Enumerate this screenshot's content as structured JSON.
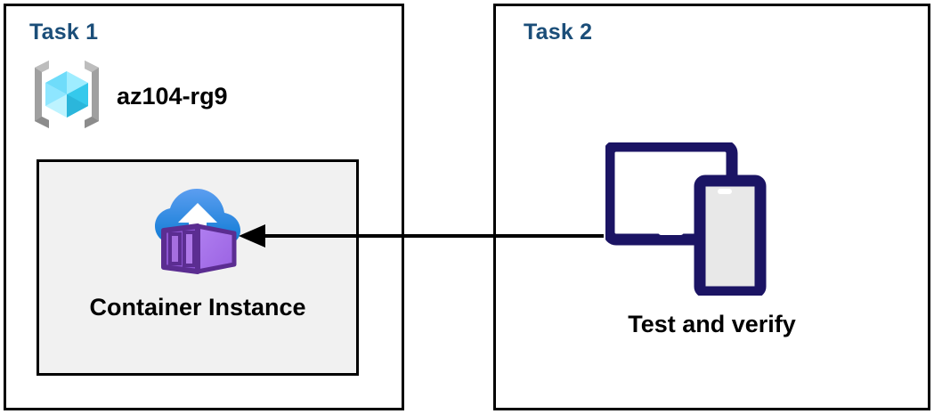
{
  "diagram": {
    "title": "Azure Container Instance task diagram",
    "background": "#FFFFFF",
    "accent_color": "#1B4E79",
    "card_background": "#F1F1F1",
    "border_color": "#000000",
    "device_icon_color": "#1B1464"
  },
  "panels": [
    {
      "id": "task1",
      "title": "Task 1",
      "resource_group": {
        "label": "az104-rg9",
        "icon": "resource-group-icon",
        "icon_colors": {
          "bracket": "#A0A0A0",
          "cube_light": "#9CEBFF",
          "cube_mid": "#32D3F5",
          "cube_dark": "#1FA8CC"
        }
      },
      "card": {
        "label": "Container Instance",
        "icon": "container-instance-icon",
        "icon_colors": {
          "cloud_top": "#5197EB",
          "cloud_bottom": "#0F7DD6",
          "arrow": "#FFFFFF",
          "box_face": "#A86FE8",
          "box_side": "#8652C9",
          "box_edge": "#5B2D91"
        }
      }
    },
    {
      "id": "task2",
      "title": "Task 2",
      "devices": {
        "label": "Test and verify",
        "icon": "devices-tablet-phone-icon",
        "icon_color": "#1B1464"
      }
    }
  ],
  "connector": {
    "name": "flow-arrow",
    "from": "task2-devices",
    "to": "task1-container-instance",
    "direction": "left",
    "color": "#000000"
  }
}
